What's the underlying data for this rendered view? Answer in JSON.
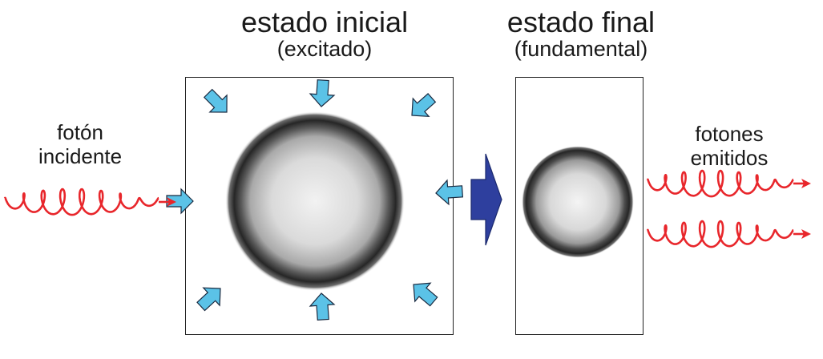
{
  "initial_state": {
    "title": "estado inicial",
    "subtitle": "(excitado)"
  },
  "final_state": {
    "title": "estado final",
    "subtitle": "(fundamental)"
  },
  "incident_photon": {
    "line1": "fotón",
    "line2": "incidente"
  },
  "emitted_photons": {
    "line1": "fotones",
    "line2": "emitidos"
  },
  "colors": {
    "photon": "#e8262b",
    "compression_arrow": "#5bc2e7",
    "transition_arrow": "#2e3f9e",
    "sphere_highlight": "#f2f2f2",
    "sphere_rim": "#262626"
  },
  "icons": {
    "compression": "arrow-icon",
    "transition": "chevron-right-icon",
    "photon": "wave-coil-icon"
  }
}
